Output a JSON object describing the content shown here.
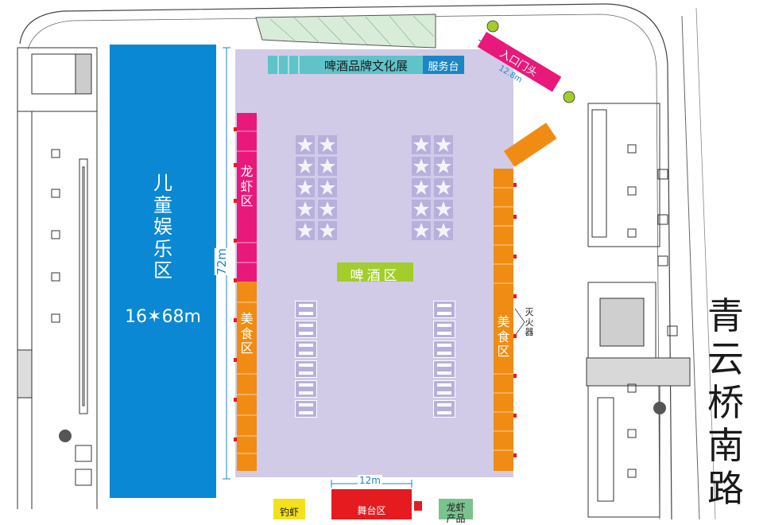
{
  "zones": {
    "kids": {
      "name": "儿童娱乐区",
      "size": "16✶68m",
      "color": "#0a88d4"
    },
    "beer": {
      "label": "啤酒区",
      "color": "#a2cd2c"
    },
    "culture": {
      "label": "啤酒品牌文化展"
    },
    "service": {
      "label": "服务台"
    },
    "entrance": {
      "label": "入口门头",
      "width_label": "12.8m"
    },
    "crayfish": {
      "label": "龙虾区",
      "color": "#e8197b"
    },
    "food_left": {
      "label": "美食区",
      "color": "#f08c14"
    },
    "food_right": {
      "label": "美食区"
    },
    "stage": {
      "label": "舞台区",
      "width_label": "12m",
      "color": "#e51b1f"
    },
    "fishing": {
      "label": "钓虾",
      "color": "#f4e11c"
    },
    "crayfish_bottom": {
      "label": "龙虾",
      "label2": "产品",
      "color": "#7cc28e"
    }
  },
  "dimensions": {
    "venue_length": "72m"
  },
  "extinguisher": {
    "label": "灭火器"
  },
  "road": {
    "name": "青云桥南路"
  },
  "colors": {
    "venue": "#d1cbe7",
    "table": "#b8b0dc",
    "building_line": "#333333"
  }
}
